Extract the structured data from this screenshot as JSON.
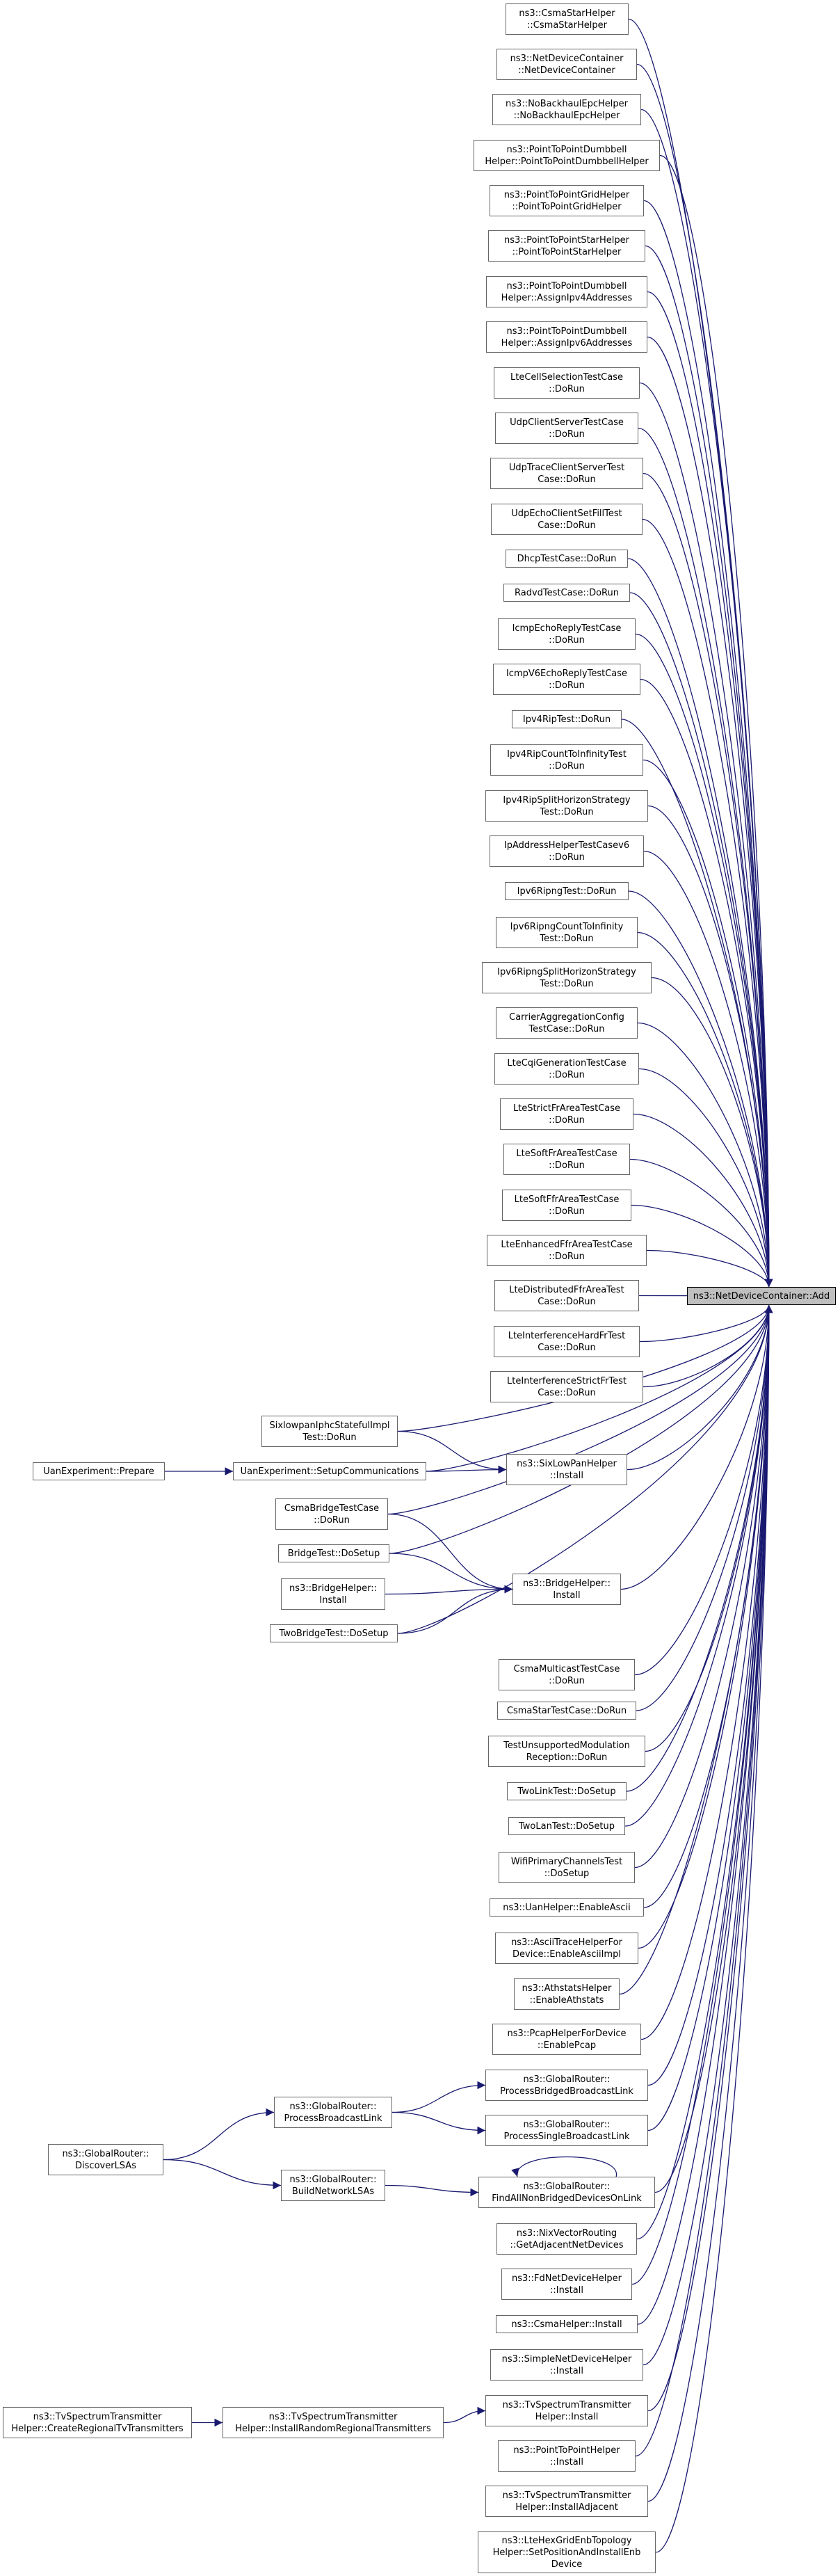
{
  "graph": {
    "edge_color": "#191970",
    "focus_fill": "#bfbfbf",
    "target": {
      "id": "add",
      "lines": [
        "ns3::NetDeviceContainer::Add"
      ]
    },
    "nodes": [
      {
        "id": "csmastar",
        "lines": [
          "ns3::CsmaStarHelper",
          "::CsmaStarHelper"
        ]
      },
      {
        "id": "ndc",
        "lines": [
          "ns3::NetDeviceContainer",
          "::NetDeviceContainer"
        ]
      },
      {
        "id": "nobackhaul",
        "lines": [
          "ns3::NoBackhaulEpcHelper",
          "::NoBackhaulEpcHelper"
        ]
      },
      {
        "id": "p2pdumbbell",
        "lines": [
          "ns3::PointToPointDumbbell",
          "Helper::PointToPointDumbbellHelper"
        ]
      },
      {
        "id": "p2pgrid",
        "lines": [
          "ns3::PointToPointGridHelper",
          "::PointToPointGridHelper"
        ]
      },
      {
        "id": "p2pstar",
        "lines": [
          "ns3::PointToPointStarHelper",
          "::PointToPointStarHelper"
        ]
      },
      {
        "id": "assign4",
        "lines": [
          "ns3::PointToPointDumbbell",
          "Helper::AssignIpv4Addresses"
        ]
      },
      {
        "id": "assign6",
        "lines": [
          "ns3::PointToPointDumbbell",
          "Helper::AssignIpv6Addresses"
        ]
      },
      {
        "id": "ltecellsel",
        "lines": [
          "LteCellSelectionTestCase",
          "::DoRun"
        ]
      },
      {
        "id": "udpcs",
        "lines": [
          "UdpClientServerTestCase",
          "::DoRun"
        ]
      },
      {
        "id": "udptrace",
        "lines": [
          "UdpTraceClientServerTest",
          "Case::DoRun"
        ]
      },
      {
        "id": "udpecho",
        "lines": [
          "UdpEchoClientSetFillTest",
          "Case::DoRun"
        ]
      },
      {
        "id": "dhcp",
        "lines": [
          "DhcpTestCase::DoRun"
        ]
      },
      {
        "id": "radvd",
        "lines": [
          "RadvdTestCase::DoRun"
        ]
      },
      {
        "id": "icmpecho",
        "lines": [
          "IcmpEchoReplyTestCase",
          "::DoRun"
        ]
      },
      {
        "id": "icmpv6",
        "lines": [
          "IcmpV6EchoReplyTestCase",
          "::DoRun"
        ]
      },
      {
        "id": "ipv4rip",
        "lines": [
          "Ipv4RipTest::DoRun"
        ]
      },
      {
        "id": "ipv4ripcount",
        "lines": [
          "Ipv4RipCountToInfinityTest",
          "::DoRun"
        ]
      },
      {
        "id": "ipv4ripsplit",
        "lines": [
          "Ipv4RipSplitHorizonStrategy",
          "Test::DoRun"
        ]
      },
      {
        "id": "ipaddr",
        "lines": [
          "IpAddressHelperTestCasev6",
          "::DoRun"
        ]
      },
      {
        "id": "ipv6ripng",
        "lines": [
          "Ipv6RipngTest::DoRun"
        ]
      },
      {
        "id": "ipv6ripngcount",
        "lines": [
          "Ipv6RipngCountToInfinity",
          "Test::DoRun"
        ]
      },
      {
        "id": "ipv6ripngsplit",
        "lines": [
          "Ipv6RipngSplitHorizonStrategy",
          "Test::DoRun"
        ]
      },
      {
        "id": "carrier",
        "lines": [
          "CarrierAggregationConfig",
          "TestCase::DoRun"
        ]
      },
      {
        "id": "ltecqi",
        "lines": [
          "LteCqiGenerationTestCase",
          "::DoRun"
        ]
      },
      {
        "id": "ltestrict",
        "lines": [
          "LteStrictFrAreaTestCase",
          "::DoRun"
        ]
      },
      {
        "id": "ltesoftfr",
        "lines": [
          "LteSoftFrAreaTestCase",
          "::DoRun"
        ]
      },
      {
        "id": "ltesoftffr",
        "lines": [
          "LteSoftFfrAreaTestCase",
          "::DoRun"
        ]
      },
      {
        "id": "lteenhanced",
        "lines": [
          "LteEnhancedFfrAreaTestCase",
          "::DoRun"
        ]
      },
      {
        "id": "ltedistributed",
        "lines": [
          "LteDistributedFfrAreaTest",
          "Case::DoRun"
        ]
      },
      {
        "id": "lteinthard",
        "lines": [
          "LteInterferenceHardFrTest",
          "Case::DoRun"
        ]
      },
      {
        "id": "lteintstrict",
        "lines": [
          "LteInterferenceStrictFrTest",
          "Case::DoRun"
        ]
      },
      {
        "id": "sixlowpanhc",
        "lines": [
          "SixlowpanIphcStatefulImpl",
          "Test::DoRun"
        ]
      },
      {
        "id": "sixlowpanhelper",
        "lines": [
          "ns3::SixLowPanHelper",
          "::Install"
        ]
      },
      {
        "id": "uansetup",
        "lines": [
          "UanExperiment::SetupCommunications"
        ]
      },
      {
        "id": "uanprepare",
        "lines": [
          "UanExperiment::Prepare"
        ]
      },
      {
        "id": "csmabridge",
        "lines": [
          "CsmaBridgeTestCase",
          "::DoRun"
        ]
      },
      {
        "id": "bridgetest",
        "lines": [
          "BridgeTest::DoSetup"
        ]
      },
      {
        "id": "bridgehelperinstall",
        "lines": [
          "ns3::BridgeHelper::",
          "Install"
        ]
      },
      {
        "id": "bridgehelper",
        "lines": [
          "ns3::BridgeHelper::",
          "Install"
        ]
      },
      {
        "id": "twobridge",
        "lines": [
          "TwoBridgeTest::DoSetup"
        ]
      },
      {
        "id": "csmamulticast",
        "lines": [
          "CsmaMulticastTestCase",
          "::DoRun"
        ]
      },
      {
        "id": "csmastartest",
        "lines": [
          "CsmaStarTestCase::DoRun"
        ]
      },
      {
        "id": "testunsupported",
        "lines": [
          "TestUnsupportedModulation",
          "Reception::DoRun"
        ]
      },
      {
        "id": "twolink",
        "lines": [
          "TwoLinkTest::DoSetup"
        ]
      },
      {
        "id": "twolan",
        "lines": [
          "TwoLanTest::DoSetup"
        ]
      },
      {
        "id": "wifiprimary",
        "lines": [
          "WifiPrimaryChannelsTest",
          "::DoSetup"
        ]
      },
      {
        "id": "uanascii",
        "lines": [
          "ns3::UanHelper::EnableAscii"
        ]
      },
      {
        "id": "asciitrace",
        "lines": [
          "ns3::AsciiTraceHelperFor",
          "Device::EnableAsciiImpl"
        ]
      },
      {
        "id": "athstats",
        "lines": [
          "ns3::AthstatsHelper",
          "::EnableAthstats"
        ]
      },
      {
        "id": "pcap",
        "lines": [
          "ns3::PcapHelperForDevice",
          "::EnablePcap"
        ]
      },
      {
        "id": "bridged",
        "lines": [
          "ns3::GlobalRouter::",
          "ProcessBridgedBroadcastLink"
        ]
      },
      {
        "id": "broadcast",
        "lines": [
          "ns3::GlobalRouter::",
          "ProcessBroadcastLink"
        ]
      },
      {
        "id": "single",
        "lines": [
          "ns3::GlobalRouter::",
          "ProcessSingleBroadcastLink"
        ]
      },
      {
        "id": "discover",
        "lines": [
          "ns3::GlobalRouter::",
          "DiscoverLSAs"
        ]
      },
      {
        "id": "buildnet",
        "lines": [
          "ns3::GlobalRouter::",
          "BuildNetworkLSAs"
        ]
      },
      {
        "id": "findall",
        "lines": [
          "ns3::GlobalRouter::",
          "FindAllNonBridgedDevicesOnLink"
        ]
      },
      {
        "id": "nixvector",
        "lines": [
          "ns3::NixVectorRouting",
          "::GetAdjacentNetDevices"
        ]
      },
      {
        "id": "fdnet",
        "lines": [
          "ns3::FdNetDeviceHelper",
          "::Install"
        ]
      },
      {
        "id": "csmahelper",
        "lines": [
          "ns3::CsmaHelper::Install"
        ]
      },
      {
        "id": "simplenet",
        "lines": [
          "ns3::SimpleNetDeviceHelper",
          "::Install"
        ]
      },
      {
        "id": "tvinstall",
        "lines": [
          "ns3::TvSpectrumTransmitter",
          "Helper::Install"
        ]
      },
      {
        "id": "tvrandom",
        "lines": [
          "ns3::TvSpectrumTransmitter",
          "Helper::InstallRandomRegionalTransmitters"
        ]
      },
      {
        "id": "tvregional",
        "lines": [
          "ns3::TvSpectrumTransmitter",
          "Helper::CreateRegionalTvTransmitters"
        ]
      },
      {
        "id": "p2pinstall",
        "lines": [
          "ns3::PointToPointHelper",
          "::Install"
        ]
      },
      {
        "id": "tvadjacent",
        "lines": [
          "ns3::TvSpectrumTransmitter",
          "Helper::InstallAdjacent"
        ]
      },
      {
        "id": "ltehex",
        "lines": [
          "ns3::LteHexGridEnbTopology",
          "Helper::SetPositionAndInstallEnb",
          "Device"
        ]
      }
    ],
    "edges": [
      [
        "csmastar",
        "add"
      ],
      [
        "ndc",
        "add"
      ],
      [
        "nobackhaul",
        "add"
      ],
      [
        "p2pdumbbell",
        "add"
      ],
      [
        "p2pgrid",
        "add"
      ],
      [
        "p2pstar",
        "add"
      ],
      [
        "assign4",
        "add"
      ],
      [
        "assign6",
        "add"
      ],
      [
        "ltecellsel",
        "add"
      ],
      [
        "udpcs",
        "add"
      ],
      [
        "udptrace",
        "add"
      ],
      [
        "udpecho",
        "add"
      ],
      [
        "dhcp",
        "add"
      ],
      [
        "radvd",
        "add"
      ],
      [
        "icmpecho",
        "add"
      ],
      [
        "icmpv6",
        "add"
      ],
      [
        "ipv4rip",
        "add"
      ],
      [
        "ipv4ripcount",
        "add"
      ],
      [
        "ipv4ripsplit",
        "add"
      ],
      [
        "ipaddr",
        "add"
      ],
      [
        "ipv6ripng",
        "add"
      ],
      [
        "ipv6ripngcount",
        "add"
      ],
      [
        "ipv6ripngsplit",
        "add"
      ],
      [
        "carrier",
        "add"
      ],
      [
        "ltecqi",
        "add"
      ],
      [
        "ltestrict",
        "add"
      ],
      [
        "ltesoftfr",
        "add"
      ],
      [
        "ltesoftffr",
        "add"
      ],
      [
        "lteenhanced",
        "add"
      ],
      [
        "ltedistributed",
        "add"
      ],
      [
        "lteinthard",
        "add"
      ],
      [
        "lteintstrict",
        "add"
      ],
      [
        "sixlowpanhc",
        "add"
      ],
      [
        "sixlowpanhc",
        "sixlowpanhelper"
      ],
      [
        "sixlowpanhelper",
        "add"
      ],
      [
        "uansetup",
        "sixlowpanhelper"
      ],
      [
        "uansetup",
        "add"
      ],
      [
        "uanprepare",
        "uansetup"
      ],
      [
        "csmabridge",
        "add"
      ],
      [
        "csmabridge",
        "bridgehelper"
      ],
      [
        "bridgetest",
        "add"
      ],
      [
        "bridgetest",
        "bridgehelper"
      ],
      [
        "bridgehelperinstall",
        "bridgehelper"
      ],
      [
        "bridgehelper",
        "add"
      ],
      [
        "twobridge",
        "add"
      ],
      [
        "twobridge",
        "bridgehelper"
      ],
      [
        "csmamulticast",
        "add"
      ],
      [
        "csmastartest",
        "add"
      ],
      [
        "testunsupported",
        "add"
      ],
      [
        "twolink",
        "add"
      ],
      [
        "twolan",
        "add"
      ],
      [
        "wifiprimary",
        "add"
      ],
      [
        "uanascii",
        "add"
      ],
      [
        "asciitrace",
        "add"
      ],
      [
        "athstats",
        "add"
      ],
      [
        "pcap",
        "add"
      ],
      [
        "bridged",
        "add"
      ],
      [
        "broadcast",
        "bridged"
      ],
      [
        "broadcast",
        "single"
      ],
      [
        "single",
        "add"
      ],
      [
        "discover",
        "broadcast"
      ],
      [
        "discover",
        "buildnet"
      ],
      [
        "buildnet",
        "findall"
      ],
      [
        "findall",
        "add"
      ],
      [
        "findall",
        "findall"
      ],
      [
        "nixvector",
        "add"
      ],
      [
        "fdnet",
        "add"
      ],
      [
        "csmahelper",
        "add"
      ],
      [
        "simplenet",
        "add"
      ],
      [
        "tvinstall",
        "add"
      ],
      [
        "tvrandom",
        "tvinstall"
      ],
      [
        "tvregional",
        "tvrandom"
      ],
      [
        "p2pinstall",
        "add"
      ],
      [
        "tvadjacent",
        "add"
      ],
      [
        "ltehex",
        "add"
      ]
    ]
  }
}
